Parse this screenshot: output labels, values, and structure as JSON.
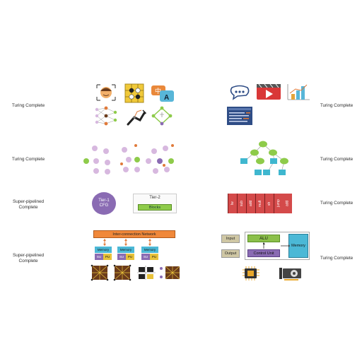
{
  "rows": {
    "r1": {
      "left_label": "Turing Complete",
      "right_label": "Turing Complete"
    },
    "r2": {
      "left_label": "Turing Complete",
      "right_label": "Turing Complete"
    },
    "r3": {
      "left_label": "Super-pipelined\nComplete",
      "right_label": "Turing Complete"
    },
    "r4": {
      "left_label": "Super-pipelined\nComplete",
      "right_label": "Turing Complete"
    }
  },
  "tier": {
    "tier1": "Tier-1\nCFG",
    "tier2": "Tier-2",
    "blocks": "Blocks"
  },
  "instructions": [
    "lw",
    "sub",
    "add",
    "mult",
    "sh",
    "jump",
    "add"
  ],
  "network": {
    "title": "Inter-connection Network",
    "memory": "Memory",
    "su": "SU",
    "pu": "PU"
  },
  "vonneumann": {
    "input": "Input",
    "output": "Output",
    "alu": "ALU",
    "control": "Control Unit",
    "memory": "Memory"
  },
  "icon_names": [
    "face-icon",
    "go-board-icon",
    "translate-icon",
    "neural-net-icon",
    "robot-arm-icon",
    "graph-cycle-icon",
    "chat-icon",
    "video-icon",
    "bar-chart-icon",
    "document-icon",
    "cpu-chip-icon",
    "gpu-card-icon"
  ],
  "colors": {
    "purple_node": "#d7b8df",
    "green_node": "#8ecb4a",
    "teal_box": "#3fb7cf",
    "red_instr": "#d44a4a",
    "orange_net": "#f0883a",
    "memory_teal": "#4bb8d6",
    "pu_yellow": "#e8c23a",
    "su_purple": "#8a6bb3",
    "alu_green": "#8bbf4a",
    "control_purple": "#8a6bb3",
    "io_tan": "#cfc7a4"
  }
}
